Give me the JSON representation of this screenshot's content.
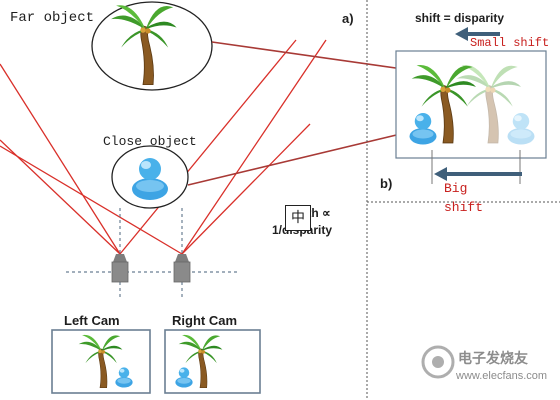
{
  "panel_a": {
    "label": "a)",
    "far_object_label": "Far object",
    "close_object_label": "Close object",
    "depth_formula_line1": "depth ∝",
    "depth_formula_line2": "1/disparity",
    "left_cam_label": "Left Cam",
    "right_cam_label": "Right Cam"
  },
  "panel_b": {
    "label": "b)",
    "title": "shift = disparity",
    "small_shift_label": "Small shift",
    "big_shift_line1": "Big",
    "big_shift_line2": "shift"
  },
  "ime_badge": "中",
  "watermark": {
    "cn": "电子发烧友",
    "url": "www.elecfans.com"
  },
  "colors": {
    "ray_red": "#d9302a",
    "pointer_dark_red": "#a83a36",
    "shift_arrow_blue": "#3f5f7a",
    "dotted_line": "#555555",
    "frame_border": "#6a7f93",
    "annotation_red": "#c8201e"
  }
}
